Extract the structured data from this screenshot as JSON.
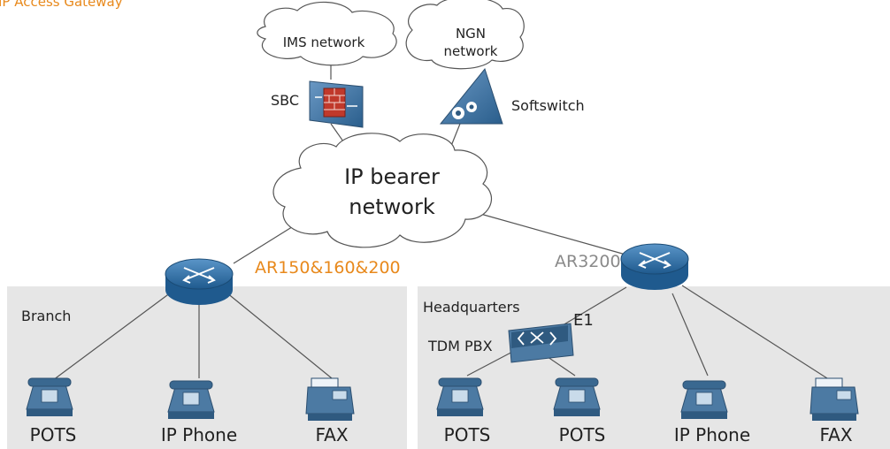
{
  "caption": "IP Access Gateway",
  "clouds": {
    "ims": "IMS network",
    "ngn_line1": "NGN",
    "ngn_line2": "network",
    "bearer_line1": "IP bearer",
    "bearer_line2": "network"
  },
  "devices": {
    "sbc": "SBC",
    "softswitch": "Softswitch",
    "router_branch": "AR150&160&200",
    "router_hq": "AR3200",
    "pbx": "TDM PBX",
    "e1": "E1"
  },
  "zones": {
    "branch": "Branch",
    "headquarters": "Headquarters"
  },
  "terminals": {
    "branch": [
      "POTS",
      "IP Phone",
      "FAX"
    ],
    "hq": [
      "POTS",
      "POTS",
      "IP Phone",
      "FAX"
    ]
  },
  "colors": {
    "accent_orange": "#e8891c",
    "router_blue": "#2f6fa6",
    "zone_grey": "#e6e6e6",
    "label_grey": "#8a8a8a"
  }
}
